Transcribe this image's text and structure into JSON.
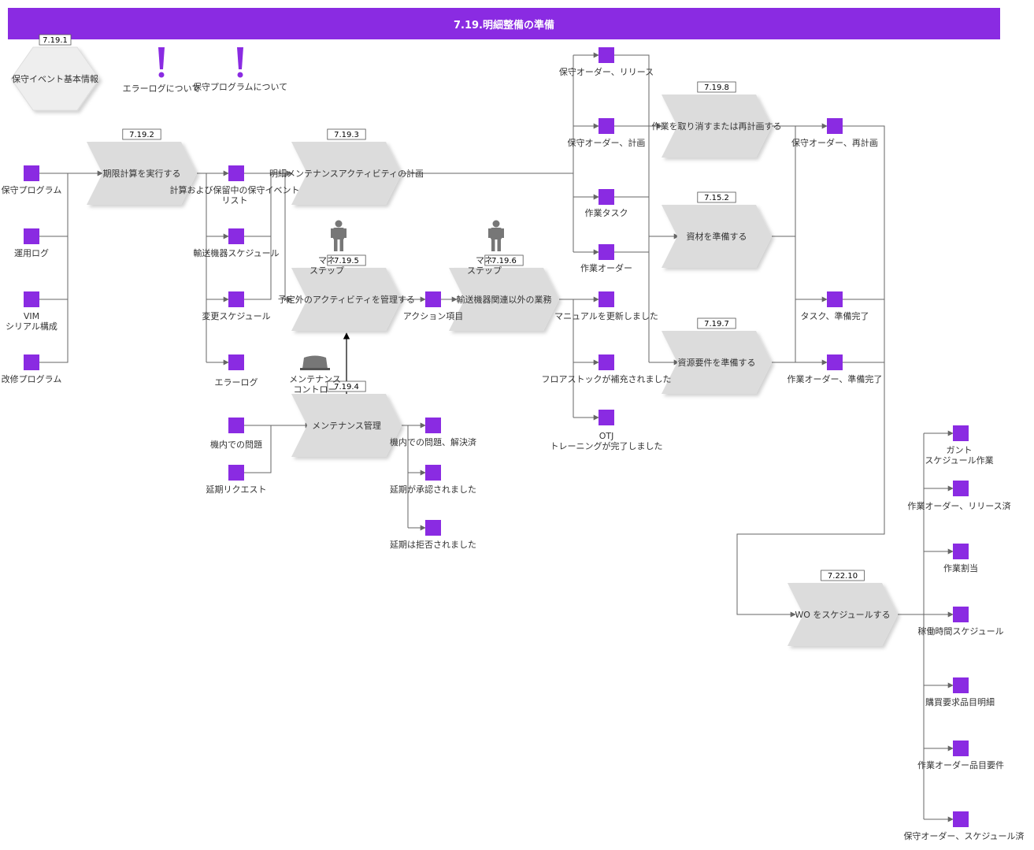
{
  "title": "7.19.明細整備の準備",
  "colors": {
    "accent": "#8a2be2",
    "process": "#dcdcdc",
    "line": "#666666",
    "alert": "#8a2be2"
  },
  "start_event": {
    "tag": "7.19.1",
    "label": "保守イベント基本情報"
  },
  "alerts": [
    {
      "id": "a1",
      "label": "エラーログについて",
      "icon": "exclamation-icon"
    },
    {
      "id": "a2",
      "label": "保守プログラムについて",
      "icon": "exclamation-icon"
    }
  ],
  "processes": [
    {
      "id": "p1",
      "tag": "7.19.2",
      "label": "期限計算を実行する"
    },
    {
      "id": "p2",
      "tag": "7.19.3",
      "label": "明細メンテナンスアクティビティの計画"
    },
    {
      "id": "p3",
      "tag": "7.19.5",
      "label": "予定外のアクティビティを管理する"
    },
    {
      "id": "p4",
      "tag": "7.19.6",
      "label": "輸送機器関連以外の業務"
    },
    {
      "id": "p5",
      "tag": "7.19.4",
      "label": "メンテナンス管理"
    },
    {
      "id": "p6",
      "tag": "7.19.8",
      "label": "作業を取り消すまたは再計画する"
    },
    {
      "id": "p7",
      "tag": "7.15.2",
      "label": "資材を準備する"
    },
    {
      "id": "p8",
      "tag": "7.19.7",
      "label": "資源要件を準備する"
    },
    {
      "id": "p9",
      "tag": "7.22.10",
      "label": "WO をスケジュールする"
    }
  ],
  "roles": [
    {
      "id": "r1",
      "lines": [
        "マネ",
        "ステップ"
      ],
      "icon": "person-icon"
    },
    {
      "id": "r2",
      "lines": [
        "マネ",
        "ステップ"
      ],
      "icon": "person-icon"
    },
    {
      "id": "r3",
      "lines": [
        "メンテナンス",
        "コントロー"
      ],
      "icon": "system-icon"
    }
  ],
  "data_items": [
    {
      "id": "d1",
      "lines": [
        "保守プログラム"
      ]
    },
    {
      "id": "d2",
      "lines": [
        "運用ログ"
      ]
    },
    {
      "id": "d3",
      "lines": [
        "VIM",
        "シリアル構成"
      ]
    },
    {
      "id": "d4",
      "lines": [
        "改修プログラム"
      ]
    },
    {
      "id": "d5",
      "lines": [
        "計算および保留中の保守イベント",
        "リスト"
      ]
    },
    {
      "id": "d6",
      "lines": [
        "輸送機器スケジュール"
      ]
    },
    {
      "id": "d7",
      "lines": [
        "変更スケジュール"
      ]
    },
    {
      "id": "d8",
      "lines": [
        "エラーログ"
      ]
    },
    {
      "id": "d9",
      "lines": [
        "機内での問題"
      ]
    },
    {
      "id": "d10",
      "lines": [
        "延期リクエスト"
      ]
    },
    {
      "id": "d11",
      "lines": [
        "アクション項目"
      ]
    },
    {
      "id": "d12",
      "lines": [
        "機内での問題、解決済"
      ]
    },
    {
      "id": "d13",
      "lines": [
        "延期が承認されました"
      ]
    },
    {
      "id": "d14",
      "lines": [
        "延期は拒否されました"
      ]
    },
    {
      "id": "d15",
      "lines": [
        "保守オーダー、リリース"
      ]
    },
    {
      "id": "d16",
      "lines": [
        "保守オーダー、計画"
      ]
    },
    {
      "id": "d17",
      "lines": [
        "作業タスク"
      ]
    },
    {
      "id": "d18",
      "lines": [
        "作業オーダー"
      ]
    },
    {
      "id": "d19",
      "lines": [
        "マニュアルを更新しました"
      ]
    },
    {
      "id": "d20",
      "lines": [
        "フロアストックが補充されました"
      ]
    },
    {
      "id": "d21",
      "lines": [
        "OTJ",
        "トレーニングが完了しました"
      ]
    },
    {
      "id": "d22",
      "lines": [
        "保守オーダー、再計画"
      ]
    },
    {
      "id": "d23",
      "lines": [
        "タスク、準備完了"
      ]
    },
    {
      "id": "d24",
      "lines": [
        "作業オーダー、準備完了"
      ]
    },
    {
      "id": "d25",
      "lines": [
        "ガント",
        "スケジュール作業"
      ]
    },
    {
      "id": "d26",
      "lines": [
        "作業オーダー、リリース済"
      ]
    },
    {
      "id": "d27",
      "lines": [
        "作業割当"
      ]
    },
    {
      "id": "d28",
      "lines": [
        "稼働時間スケジュール"
      ]
    },
    {
      "id": "d29",
      "lines": [
        "購買要求品目明細"
      ]
    },
    {
      "id": "d30",
      "lines": [
        "作業オーダー品目要件"
      ]
    },
    {
      "id": "d31",
      "lines": [
        "保守オーダー、スケジュール済"
      ]
    }
  ]
}
